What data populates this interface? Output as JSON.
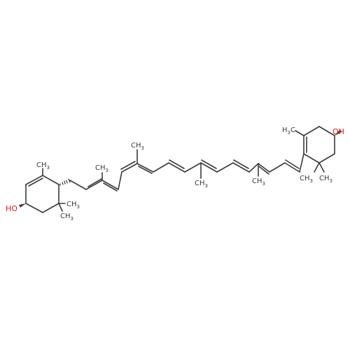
{
  "molecule": {
    "left_ring": {
      "hydroxyl": "HO",
      "methyl_top": "CH",
      "methyl_top_sub": "3",
      "gem_methyl_1": "CH",
      "gem_methyl_1_sub": "3",
      "gem_methyl_2": "CH",
      "gem_methyl_2_sub": "3"
    },
    "right_ring": {
      "hydroxyl": "OH",
      "methyl_top": "H",
      "methyl_top_sub": "3",
      "methyl_top_c": "C",
      "gem_methyl_1": "CH",
      "gem_methyl_1_sub": "3",
      "gem_methyl_2": "CH",
      "gem_methyl_2_sub": "3"
    },
    "chain": {
      "methyl_1": "CH",
      "methyl_1_sub": "3",
      "methyl_2": "CH",
      "methyl_2_sub": "3",
      "methyl_3": "CH",
      "methyl_3_sub": "3",
      "methyl_4": "CH",
      "methyl_4_sub": "3"
    },
    "colors": {
      "bond": "#3a3a3a",
      "carbon_label": "#3a3a3a",
      "oxygen_label": "#e0201b",
      "background": "#ffffff"
    }
  }
}
